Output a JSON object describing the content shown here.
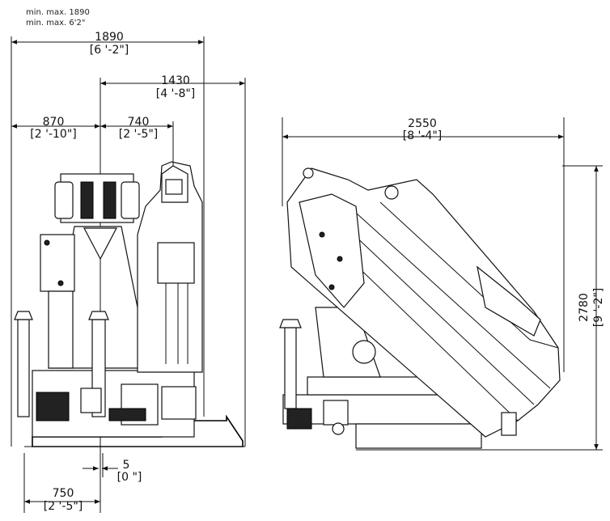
{
  "notes": {
    "line1": "min. max. 1890",
    "line2": "min. max.  6'2\""
  },
  "front_view": {
    "overall_width": {
      "mm": "1890",
      "imperial": "[6 '-2\"]"
    },
    "right_reach": {
      "mm": "1430",
      "imperial": "[4 '-8\"]"
    },
    "left_half": {
      "mm": "870",
      "imperial": "[2 '-10\"]"
    },
    "right_half": {
      "mm": "740",
      "imperial": "[2 '-5\"]"
    },
    "offset": {
      "mm": "5",
      "imperial": "[0 \"]"
    },
    "stabilizer": {
      "mm": "750",
      "imperial": "[2 '-5\"]"
    }
  },
  "side_view": {
    "length": {
      "mm": "2550",
      "imperial": "[8 '-4\"]"
    },
    "height": {
      "mm": "2780",
      "imperial": "[9 '-2\"]"
    }
  }
}
